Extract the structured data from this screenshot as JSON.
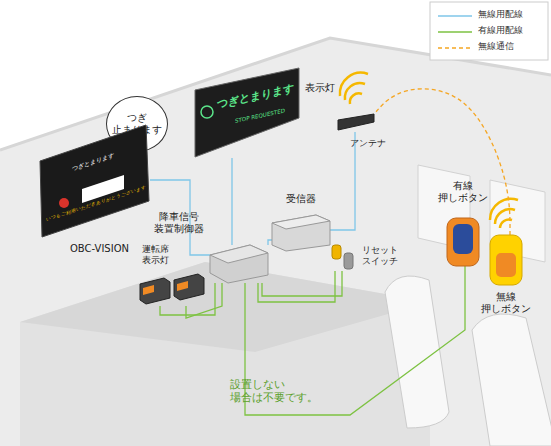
{
  "diagram": {
    "nodes": [
      {
        "text": [
          "つぎとまります",
          "STOP REQUESTED",
          "表示灯"
        ]
      },
      {
        "text": [
          "つぎ 止まります"
        ]
      },
      {
        "text": [
          "つぎとまります",
          "いつもご利用いただきありがとうございます",
          "OBC-VISION"
        ]
      },
      {
        "text": [
          "アンテナ"
        ]
      },
      {
        "text": [
          "受信器"
        ]
      },
      {
        "text": [
          "降車信号 装置制御器"
        ]
      },
      {
        "text": [
          "リセット スイッチ"
        ]
      },
      {
        "text": [
          "運転席 表示灯"
        ]
      },
      {
        "text": [
          "有線 押しボタン"
        ]
      },
      {
        "text": [
          "無線 押しボタン"
        ]
      }
    ],
    "edges": [
      {
        "from": 0,
        "to": 5,
        "arrow": "none"
      },
      {
        "from": 2,
        "to": 5,
        "arrow": "none"
      },
      {
        "from": 3,
        "to": 4,
        "arrow": "none"
      },
      {
        "from": 4,
        "to": 5,
        "arrow": "none"
      },
      {
        "from": 5,
        "to": 7,
        "arrow": "none"
      },
      {
        "from": 5,
        "to": 6,
        "arrow": "none"
      },
      {
        "from": 5,
        "to": 8,
        "arrow": "none"
      },
      {
        "from": 9,
        "to": 3,
        "arrow": "none"
      }
    ],
    "labels": [
      "設置しない 場合は不要です。"
    ],
    "legend": [
      {
        "text": "無線用配線"
      },
      {
        "text": "有線用配線"
      },
      {
        "text": "無線通信"
      }
    ]
  }
}
